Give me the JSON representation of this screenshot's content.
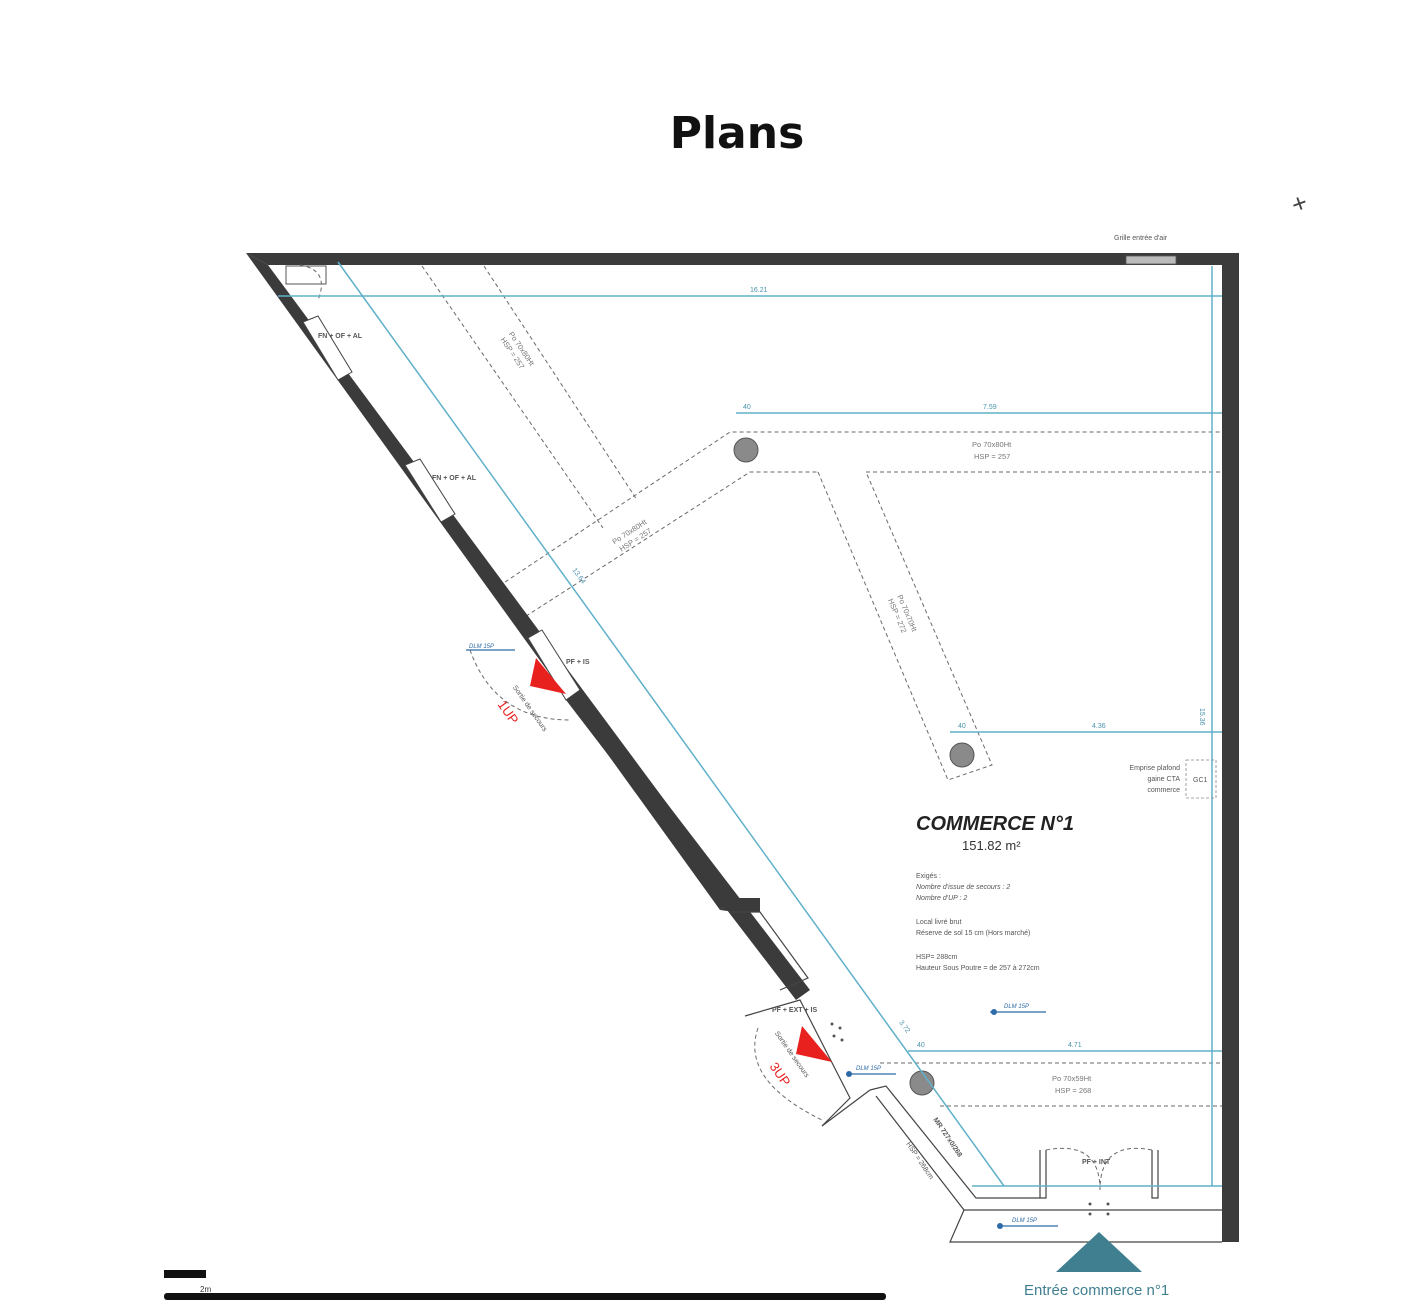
{
  "title": "Plans",
  "north_mark": "+",
  "air_grille": "Grille entrée d'air",
  "room": {
    "name": "COMMERCE N°1",
    "area": "151.82 m²",
    "notes": [
      "Exigés :",
      "Nombre d'issue de secours : 2",
      "Nombre d'UP : 2",
      "Local livré brut",
      "Réserve de sol 15 cm (Hors marché)",
      "HSP= 288cm",
      "Hauteur Sous Poutre = de 257 à 272cm"
    ]
  },
  "beams": [
    {
      "label": "Po 70x80Ht",
      "height": "HSP = 257"
    },
    {
      "label": "Po 70x80Ht",
      "height": "HSP = 257"
    },
    {
      "label": "Po 70x80Ht",
      "height": "HSP = 257"
    },
    {
      "label": "Po 70x70Ht",
      "height": "HSP = 272"
    },
    {
      "label": "Po 70x59Ht",
      "height": "HSP = 268"
    }
  ],
  "dimensions": {
    "top": "16.21",
    "beam1_col": "40",
    "beam1_len": "7.59",
    "beam2_col": "40",
    "beam2_len": "4.36",
    "beam3_col": "40",
    "beam3_len": "4.71",
    "right": "15.36",
    "diagonal": "13.64",
    "diagonal_end": "3.72"
  },
  "openings": {
    "window1": "FN + OF + AL",
    "window2": "FN + OF + AL",
    "exit1": "PF + IS",
    "exit2": "PF + EXT + IS",
    "front_door": "PF + INT",
    "storefront": "MR 727x0/268",
    "storefront_hsp": "HSP = 268cm"
  },
  "emergency": [
    {
      "label": "Sortie de secours",
      "up": "1UP"
    },
    {
      "label": "Sortie de secours",
      "up": "3UP"
    }
  ],
  "blue_tags": [
    "DLM 15P",
    "DLM 15P",
    "DLM 15P",
    "DLM 15P"
  ],
  "ceiling_note": [
    "Emprise plafond",
    "gaine CTA",
    "commerce"
  ],
  "ceiling_code": "GC1",
  "scale_label": "2m",
  "entrance": "Entrée commerce n°1",
  "colors": {
    "wall": "#3b3b3b",
    "dimension": "#5fb0c9",
    "exit_arrow": "#e8201e",
    "entrance_marker": "#3f7f8f"
  }
}
